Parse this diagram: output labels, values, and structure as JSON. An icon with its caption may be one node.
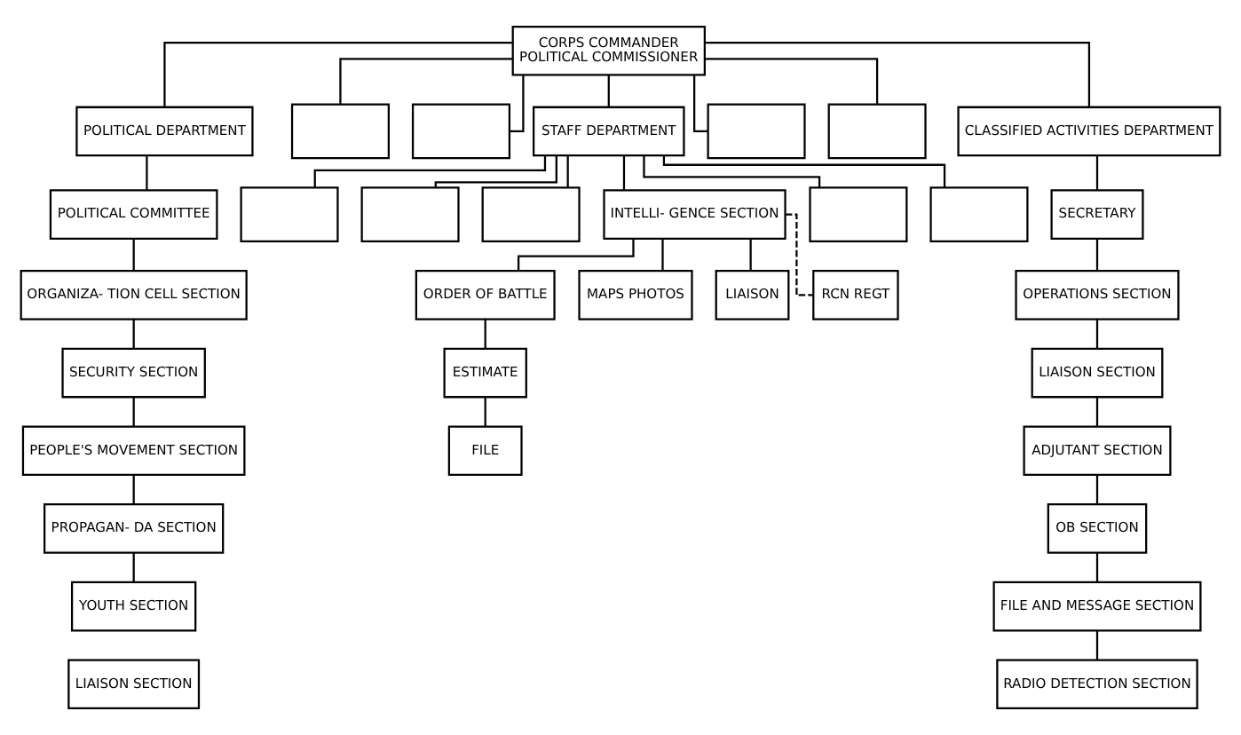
{
  "diagram": {
    "nodes": [
      {
        "text": [
          "CORPS COMMANDER",
          "POLITICAL COMMISSIONER"
        ]
      },
      {
        "text": [
          "POLITICAL DEPARTMENT"
        ]
      },
      {
        "text": [],
        "shape": "box"
      },
      {
        "text": [],
        "shape": "box"
      },
      {
        "text": [
          "STAFF DEPARTMENT"
        ]
      },
      {
        "text": [],
        "shape": "box"
      },
      {
        "text": [],
        "shape": "box"
      },
      {
        "text": [
          "CLASSIFIED ACTIVITIES DEPARTMENT"
        ]
      },
      {
        "text": [],
        "shape": "box"
      },
      {
        "text": [],
        "shape": "box"
      },
      {
        "text": [],
        "shape": "box"
      },
      {
        "text": [
          "INTELLI- GENCE SECTION"
        ]
      },
      {
        "text": [],
        "shape": "box"
      },
      {
        "text": [],
        "shape": "box"
      },
      {
        "text": [
          "ORDER OF BATTLE"
        ]
      },
      {
        "text": [
          "MAPS PHOTOS"
        ]
      },
      {
        "text": [
          "LIAISON"
        ]
      },
      {
        "text": [
          "RCN REGT"
        ]
      },
      {
        "text": [
          "ESTIMATE"
        ]
      },
      {
        "text": [
          "FILE"
        ]
      },
      {
        "text": [
          "POLITICAL COMMITTEE"
        ]
      },
      {
        "text": [
          "ORGANIZA- TION CELL SECTION"
        ]
      },
      {
        "text": [
          "SECURITY SECTION"
        ]
      },
      {
        "text": [
          "PEOPLE'S MOVEMENT SECTION"
        ]
      },
      {
        "text": [
          "PROPAGAN- DA SECTION"
        ]
      },
      {
        "text": [
          "YOUTH SECTION"
        ]
      },
      {
        "text": [
          "LIAISON SECTION"
        ]
      },
      {
        "text": [
          "SECRETARY"
        ]
      },
      {
        "text": [
          "OPERATIONS SECTION"
        ]
      },
      {
        "text": [
          "LIAISON SECTION"
        ]
      },
      {
        "text": [
          "ADJUTANT SECTION"
        ]
      },
      {
        "text": [
          "OB SECTION"
        ]
      },
      {
        "text": [
          "FILE AND MESSAGE SECTION"
        ]
      },
      {
        "text": [
          "RADIO DETECTION SECTION"
        ]
      }
    ],
    "edges": [
      {
        "from": 0,
        "to": 1,
        "arrow": "none"
      },
      {
        "from": 0,
        "to": 2,
        "arrow": "none"
      },
      {
        "from": 0,
        "to": 3,
        "arrow": "none"
      },
      {
        "from": 0,
        "to": 4,
        "arrow": "none"
      },
      {
        "from": 0,
        "to": 5,
        "arrow": "none"
      },
      {
        "from": 0,
        "to": 6,
        "arrow": "none"
      },
      {
        "from": 0,
        "to": 7,
        "arrow": "none"
      },
      {
        "from": 4,
        "to": 8,
        "arrow": "none"
      },
      {
        "from": 4,
        "to": 9,
        "arrow": "none"
      },
      {
        "from": 4,
        "to": 10,
        "arrow": "none"
      },
      {
        "from": 4,
        "to": 11,
        "arrow": "none"
      },
      {
        "from": 4,
        "to": 12,
        "arrow": "none"
      },
      {
        "from": 4,
        "to": 13,
        "arrow": "none"
      },
      {
        "from": 11,
        "to": 14,
        "arrow": "none"
      },
      {
        "from": 11,
        "to": 15,
        "arrow": "none"
      },
      {
        "from": 11,
        "to": 16,
        "arrow": "none"
      },
      {
        "from": 11,
        "to": 17,
        "arrow": "none",
        "style": "dashed"
      },
      {
        "from": 14,
        "to": 18,
        "arrow": "none"
      },
      {
        "from": 18,
        "to": 19,
        "arrow": "none"
      },
      {
        "from": 1,
        "to": 20,
        "arrow": "none"
      },
      {
        "from": 20,
        "to": 21,
        "arrow": "none"
      },
      {
        "from": 21,
        "to": 22,
        "arrow": "none"
      },
      {
        "from": 22,
        "to": 23,
        "arrow": "none"
      },
      {
        "from": 23,
        "to": 24,
        "arrow": "none"
      },
      {
        "from": 24,
        "to": 25,
        "arrow": "none"
      },
      {
        "from": 7,
        "to": 27,
        "arrow": "none"
      },
      {
        "from": 27,
        "to": 28,
        "arrow": "none"
      },
      {
        "from": 28,
        "to": 29,
        "arrow": "none"
      },
      {
        "from": 29,
        "to": 30,
        "arrow": "none"
      },
      {
        "from": 30,
        "to": 31,
        "arrow": "none"
      },
      {
        "from": 31,
        "to": 32,
        "arrow": "none"
      },
      {
        "from": 32,
        "to": 33,
        "arrow": "none"
      }
    ]
  }
}
